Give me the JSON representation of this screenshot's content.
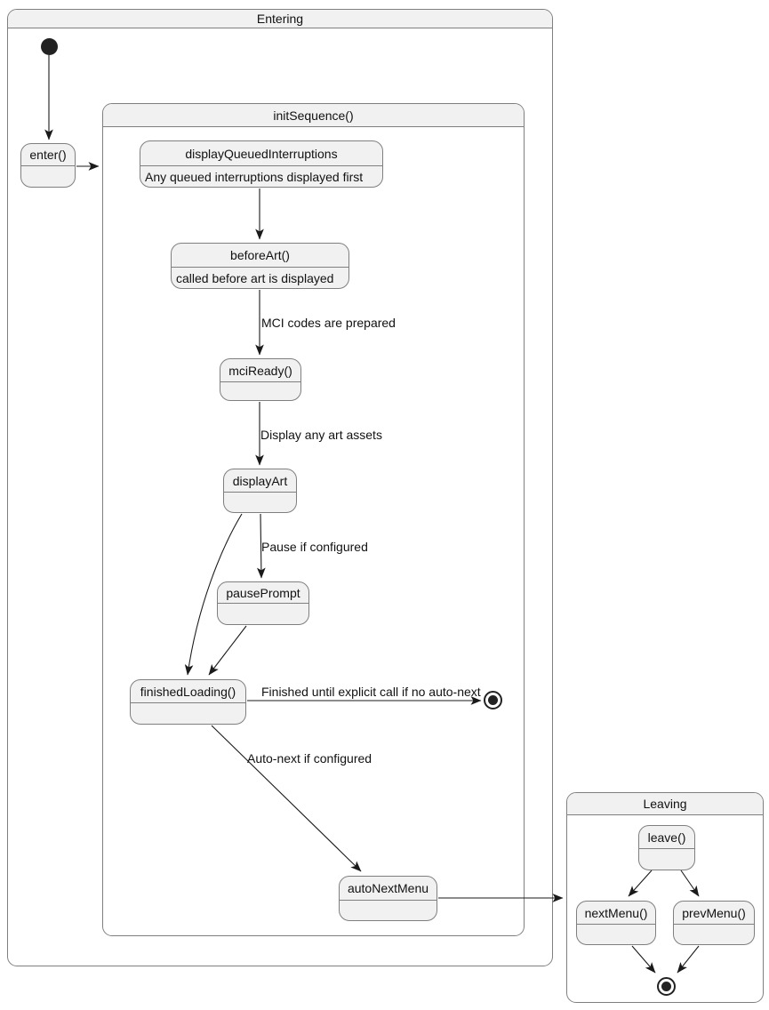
{
  "diagram": {
    "type": "uml-state-diagram",
    "containers": {
      "entering": {
        "title": "Entering"
      },
      "init_sequence": {
        "title": "initSequence()"
      },
      "leaving": {
        "title": "Leaving"
      }
    },
    "states": {
      "enter": {
        "title": "enter()"
      },
      "display_queued_interruptions": {
        "title": "displayQueuedInterruptions",
        "description": "Any queued interruptions displayed first"
      },
      "before_art": {
        "title": "beforeArt()",
        "description": "called before art is displayed"
      },
      "mci_ready": {
        "title": "mciReady()"
      },
      "display_art": {
        "title": "displayArt"
      },
      "pause_prompt": {
        "title": "pausePrompt"
      },
      "finished_loading": {
        "title": "finishedLoading()"
      },
      "auto_next_menu": {
        "title": "autoNextMenu"
      },
      "leave": {
        "title": "leave()"
      },
      "next_menu": {
        "title": "nextMenu()"
      },
      "prev_menu": {
        "title": "prevMenu()"
      }
    },
    "transition_labels": {
      "mci": "MCI codes are prepared",
      "display_art": "Display any art assets",
      "pause": "Pause if configured",
      "finished": "Finished until explicit call if no auto-next",
      "auto_next": "Auto-next if configured"
    },
    "colors": {
      "state_fill": "#f1f1f1",
      "state_border": "#7f7f7f",
      "arrow": "#1a1a1a",
      "text": "#111111",
      "background": "#ffffff"
    }
  }
}
